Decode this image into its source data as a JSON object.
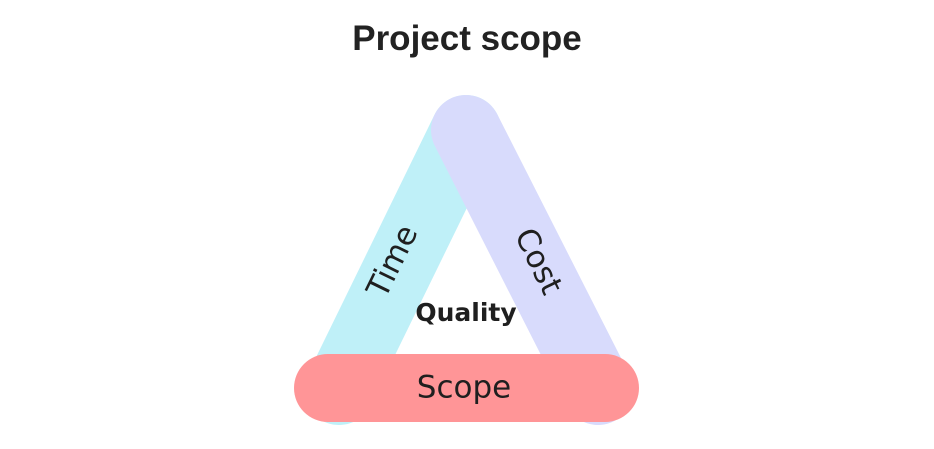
{
  "title": "Project scope",
  "sides": {
    "time": {
      "label": "Time",
      "color": "#bff0f8"
    },
    "cost": {
      "label": "Cost",
      "color": "#d8dbfc"
    },
    "scope": {
      "label": "Scope",
      "color": "#ff9597"
    }
  },
  "center_label": "Quality"
}
